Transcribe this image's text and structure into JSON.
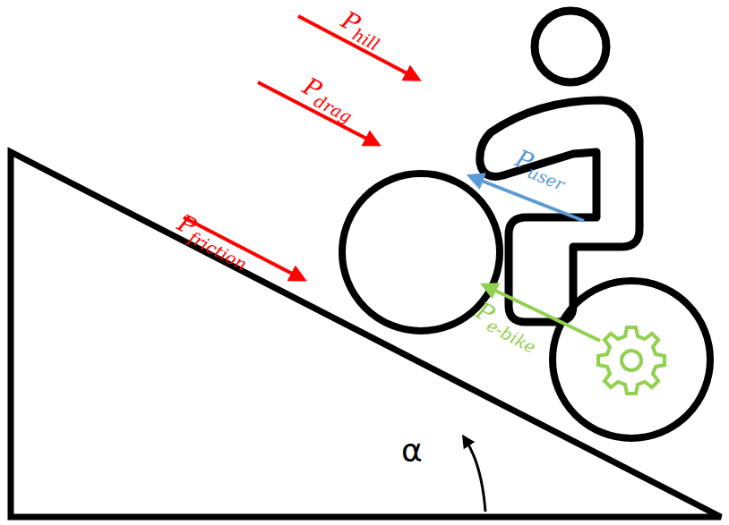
{
  "diagram": {
    "labels": [
      "P",
      "hill",
      "P",
      "drag",
      "P",
      "friction",
      "P",
      "user",
      "P",
      "e-bike",
      "α"
    ]
  }
}
